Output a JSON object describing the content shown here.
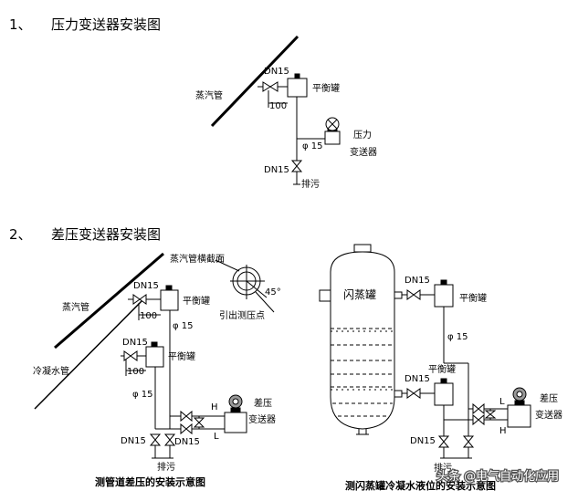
{
  "section1": {
    "number": "1、",
    "title": "压力变送器安装图"
  },
  "section2": {
    "number": "2、",
    "title": "差压变送器安装图"
  },
  "d1": {
    "dn_top": "DN15",
    "steam_pipe": "蒸汽管",
    "dim": "100",
    "balance_tank": "平衡罐",
    "phi": "φ 15",
    "dn_bottom": "DN15",
    "drain": "排污",
    "transmitter_1": "压力",
    "transmitter_2": "变送器"
  },
  "d2": {
    "steam_pipe": "蒸汽管",
    "dn_steam": "DN15",
    "dim_steam": "100",
    "balance_tank_steam": "平衡罐",
    "phi_upper": "φ 15",
    "cond_pipe": "冷凝水管",
    "dn_cond": "DN15",
    "dim_cond": "100",
    "balance_tank_cond": "平衡罐",
    "phi_lower": "φ 15",
    "section_label": "蒸汽管横截面",
    "angle": "45°",
    "tap_point": "引出测压点",
    "h": "H",
    "l": "L",
    "transmitter_1": "差压",
    "transmitter_2": "变送器",
    "dn_bl": "DN15",
    "dn_br": "DN15",
    "drain": "排污",
    "caption": "测管道差压的安装示意图"
  },
  "d3": {
    "vessel": "闪蒸罐",
    "dn_top": "DN15",
    "balance_tank_top": "平衡罐",
    "phi": "φ 15",
    "balance_tank_bottom": "平衡罐",
    "dn_mid": "DN15",
    "h": "H",
    "l": "L",
    "transmitter_1": "差压",
    "transmitter_2": "变送器",
    "dn_bottom": "DN15",
    "drain": "排污",
    "caption": "测闪蒸罐冷凝水液位的安装示意图"
  },
  "watermark": "头条 @电气自动化应用"
}
